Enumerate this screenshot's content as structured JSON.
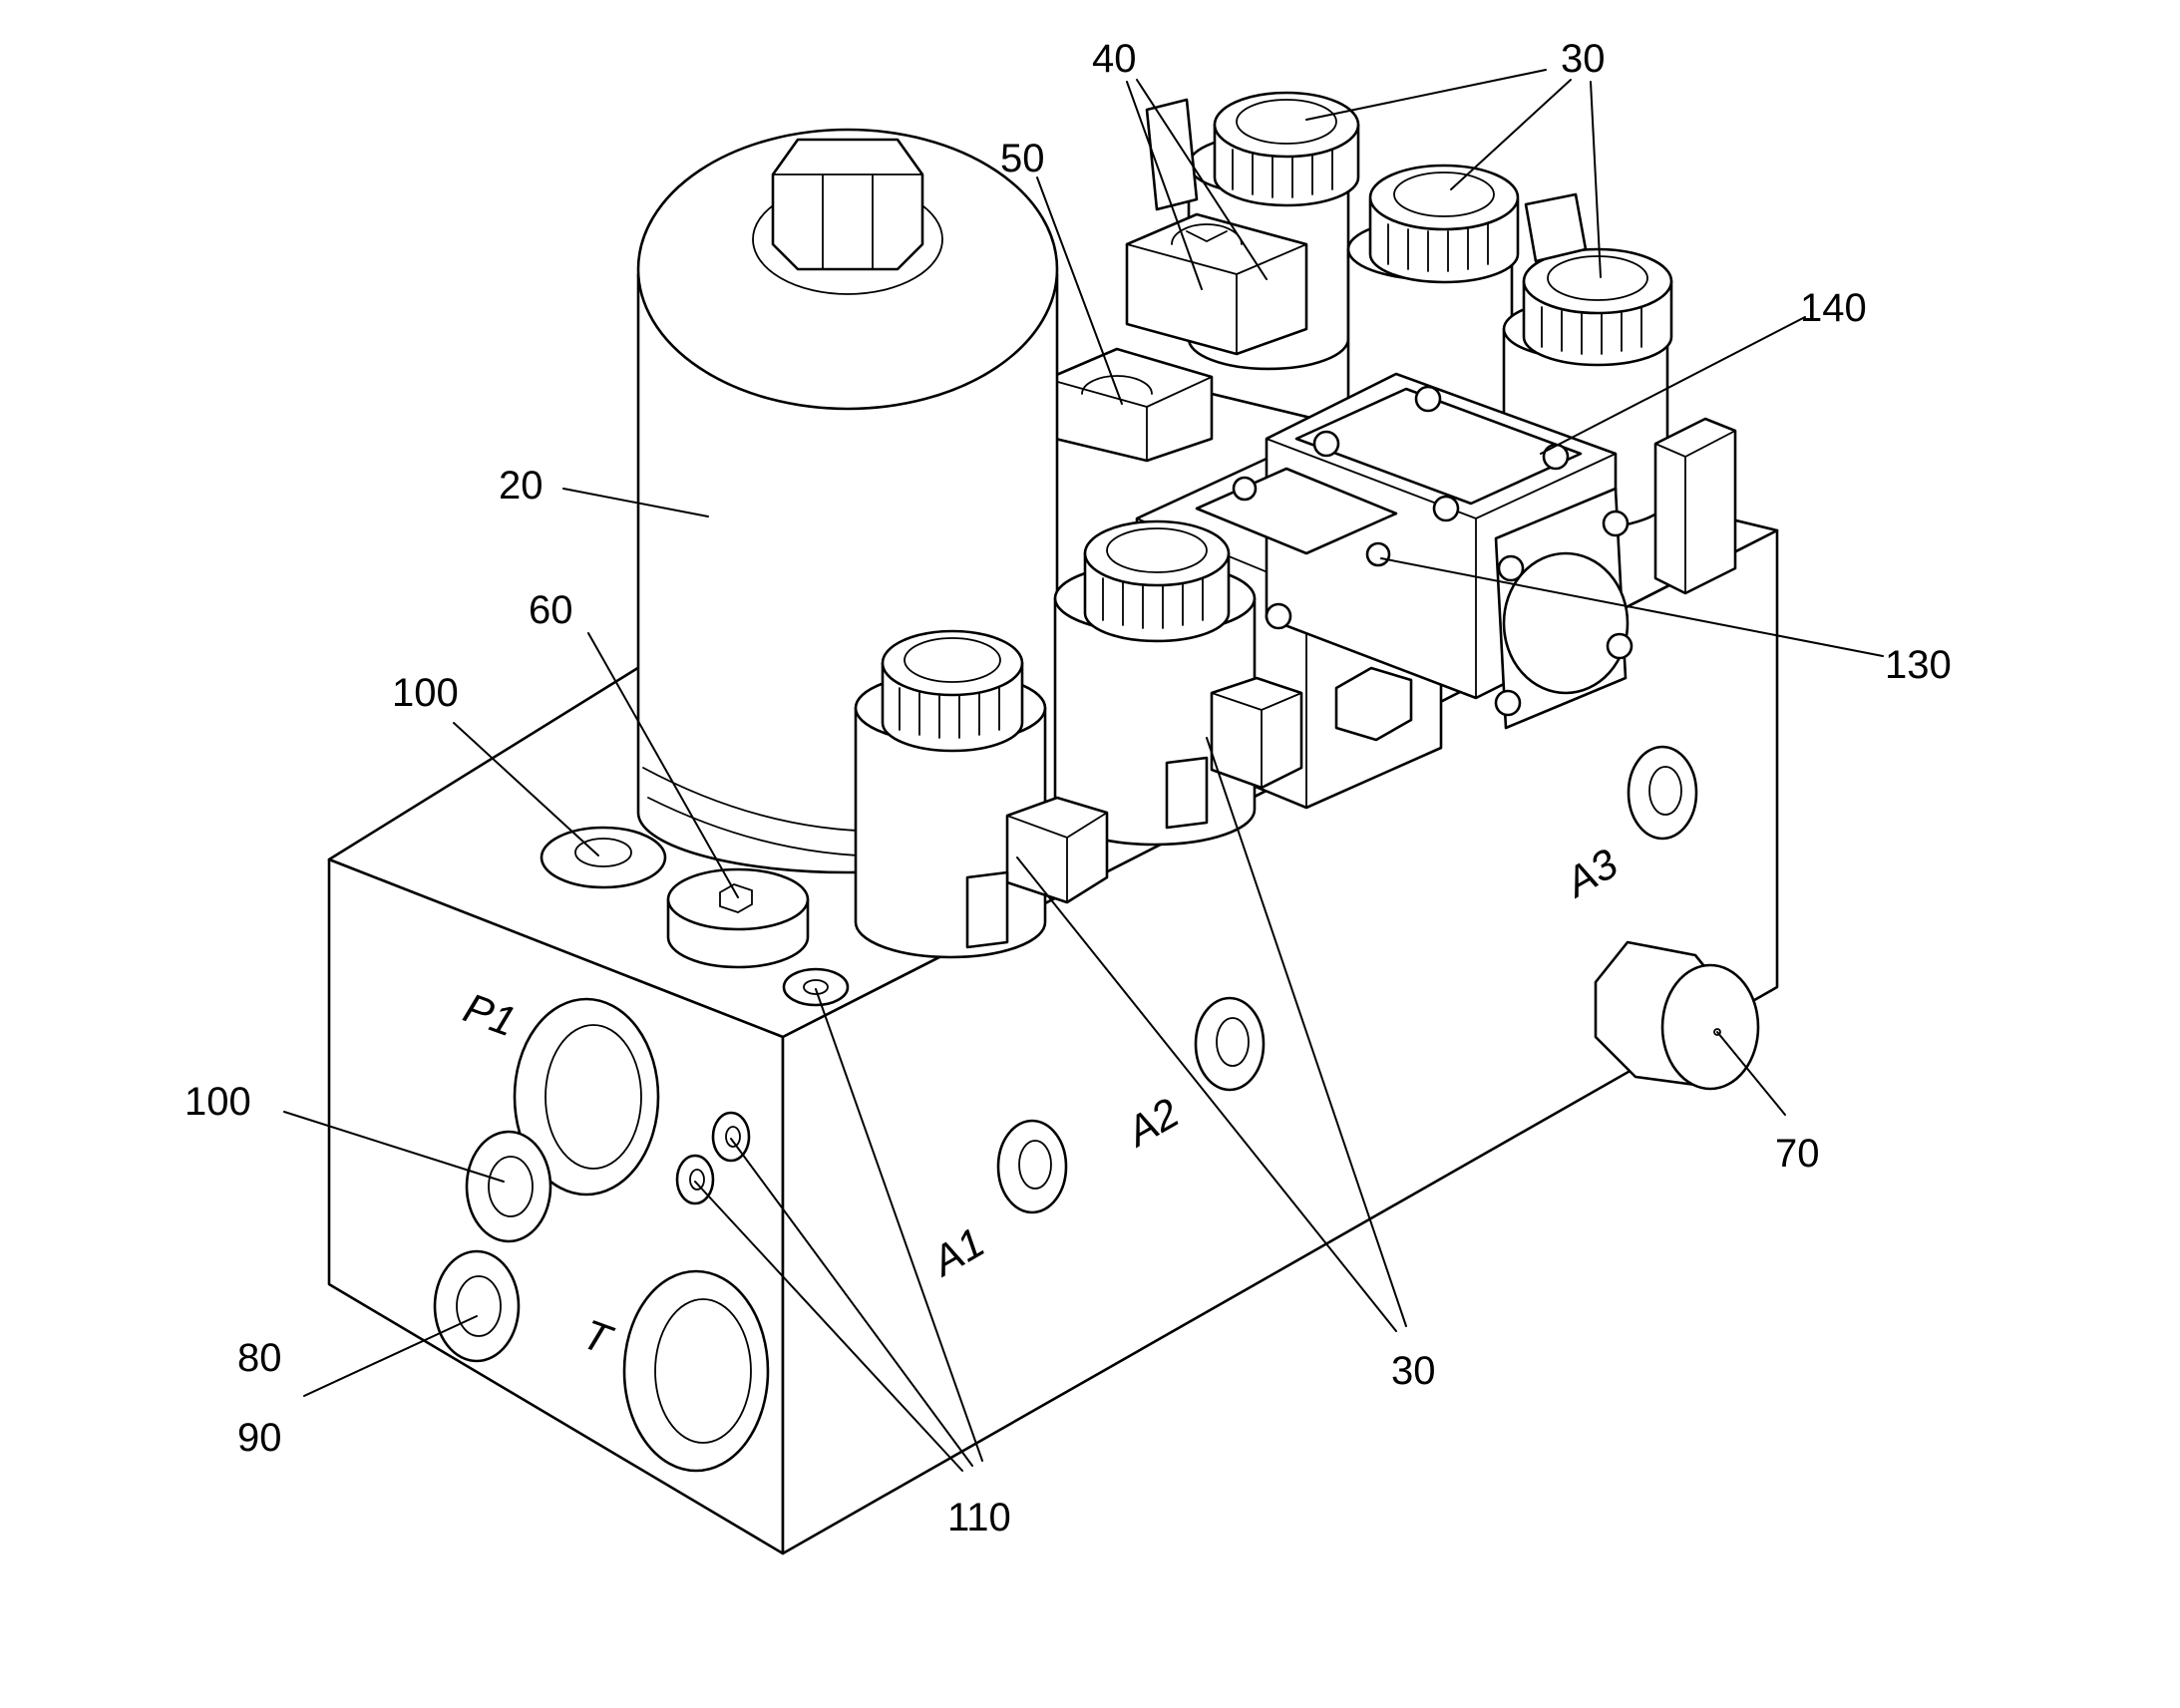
{
  "reference_numerals": {
    "r20": "20",
    "r30_top": "30",
    "r30_bottom": "30",
    "r40": "40",
    "r50": "50",
    "r60": "60",
    "r70": "70",
    "r80": "80",
    "r90": "90",
    "r100_top": "100",
    "r100_left": "100",
    "r110": "110",
    "r130": "130",
    "r140": "140"
  },
  "port_labels": {
    "p1": "P1",
    "t": "T",
    "a1": "A1",
    "a2": "A2",
    "a3": "A3"
  },
  "colors": {
    "ink": "#000000",
    "paper": "#ffffff"
  }
}
